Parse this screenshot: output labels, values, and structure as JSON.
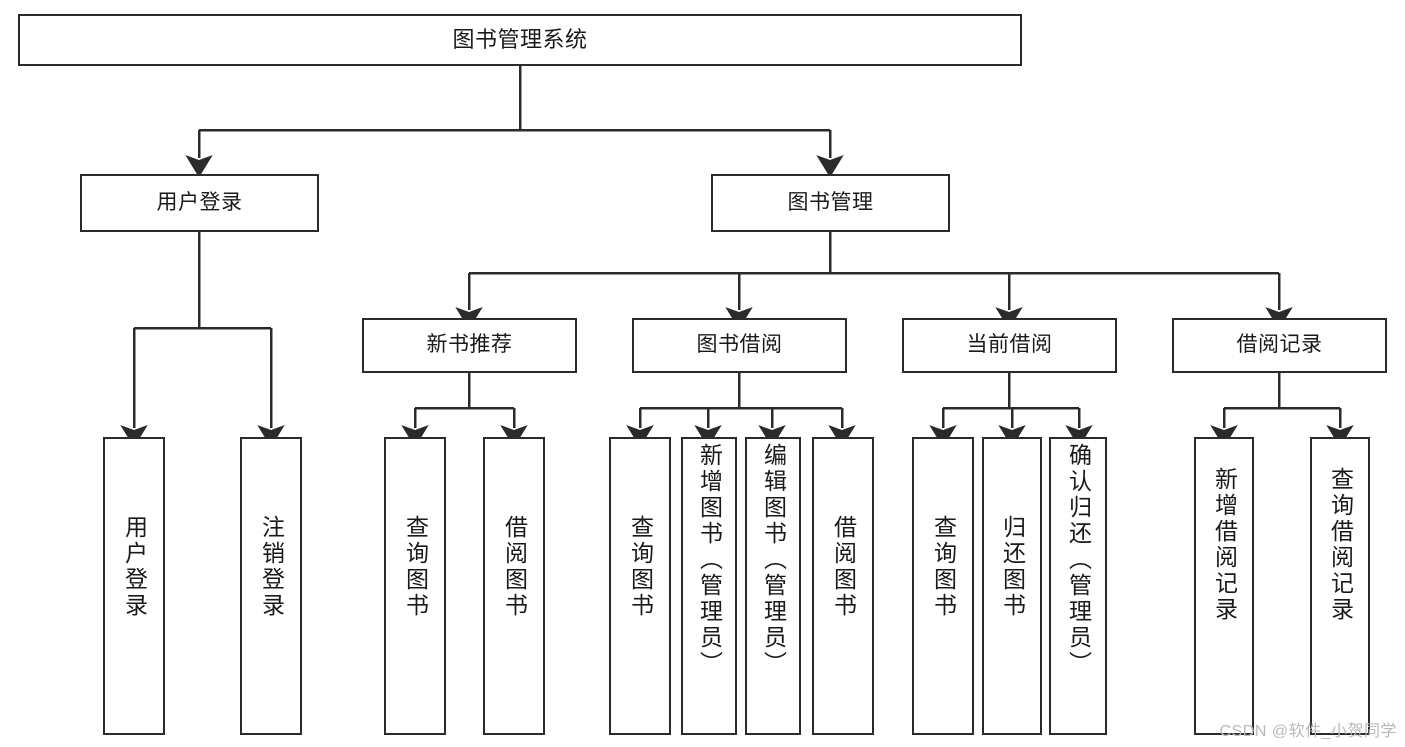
{
  "diagram": {
    "type": "tree",
    "title": "图书管理系统",
    "orientation": "top-down",
    "root": {
      "id": "root",
      "label": "图书管理系统"
    },
    "level2": [
      {
        "id": "user-login",
        "label": "用户登录"
      },
      {
        "id": "book-manage",
        "label": "图书管理"
      }
    ],
    "level3": [
      {
        "id": "new-book-recommend",
        "label": "新书推荐",
        "parent": "book-manage"
      },
      {
        "id": "book-borrow",
        "label": "图书借阅",
        "parent": "book-manage"
      },
      {
        "id": "current-borrow",
        "label": "当前借阅",
        "parent": "book-manage"
      },
      {
        "id": "borrow-record",
        "label": "借阅记录",
        "parent": "book-manage"
      }
    ],
    "leaves": [
      {
        "id": "leaf-user-login",
        "label": "用户登录",
        "parent": "user-login"
      },
      {
        "id": "leaf-logout-login",
        "label": "注销登录",
        "parent": "user-login"
      },
      {
        "id": "leaf-query-book-1",
        "label": "查询图书",
        "parent": "new-book-recommend"
      },
      {
        "id": "leaf-borrow-book-1",
        "label": "借阅图书",
        "parent": "new-book-recommend"
      },
      {
        "id": "leaf-query-book-2",
        "label": "查询图书",
        "parent": "book-borrow"
      },
      {
        "id": "leaf-add-book",
        "label": "新增图书（管理员）",
        "parent": "book-borrow"
      },
      {
        "id": "leaf-edit-book",
        "label": "编辑图书（管理员）",
        "parent": "book-borrow"
      },
      {
        "id": "leaf-borrow-book-2",
        "label": "借阅图书",
        "parent": "book-borrow"
      },
      {
        "id": "leaf-query-book-3",
        "label": "查询图书",
        "parent": "current-borrow"
      },
      {
        "id": "leaf-return-book",
        "label": "归还图书",
        "parent": "current-borrow"
      },
      {
        "id": "leaf-confirm-return",
        "label": "确认归还（管理员）",
        "parent": "current-borrow"
      },
      {
        "id": "leaf-add-record",
        "label": "新增借阅记录",
        "parent": "borrow-record"
      },
      {
        "id": "leaf-query-record",
        "label": "查询借阅记录",
        "parent": "borrow-record"
      }
    ]
  },
  "watermark": {
    "text": "CSDN @软件_小贺同学"
  },
  "colors": {
    "stroke": "#2b2b2b",
    "background": "#ffffff",
    "text": "#1a1a1a",
    "watermark": "#b9b9b9"
  }
}
